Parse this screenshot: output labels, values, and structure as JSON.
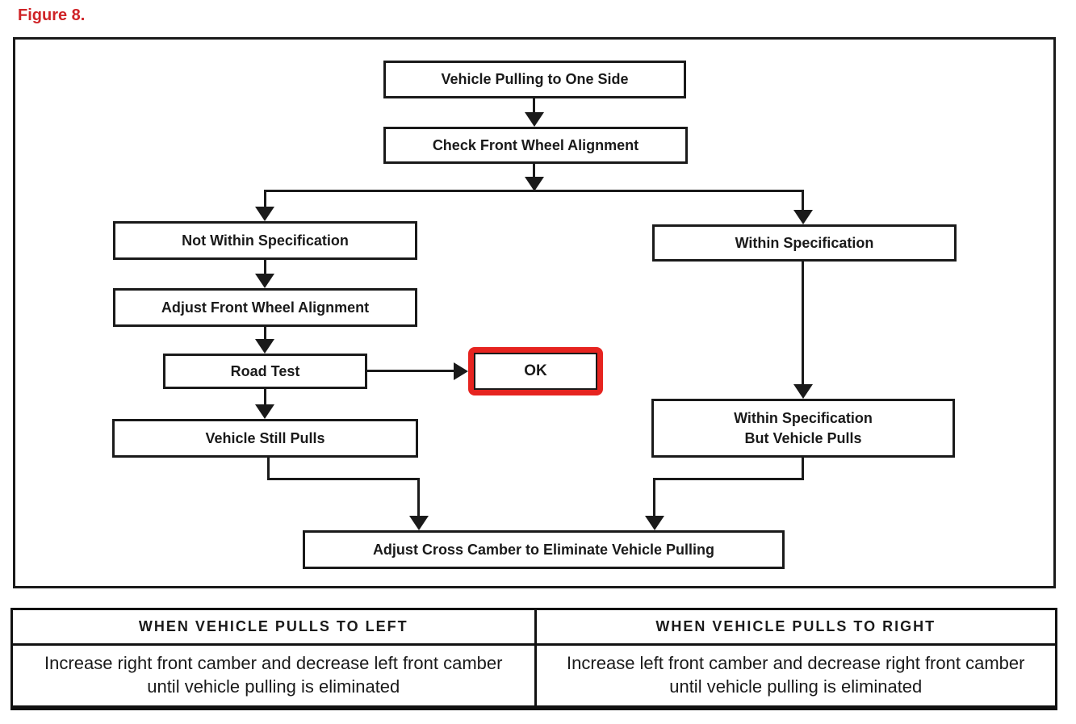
{
  "figure_label": "Figure 8.",
  "colors": {
    "figure_label_red": "#cf2327",
    "ok_border_red": "#e62420",
    "line_black": "#1a1a1a"
  },
  "flowchart": {
    "nodes": {
      "start": "Vehicle Pulling to One Side",
      "check": "Check Front Wheel Alignment",
      "not_within": "Not Within Specification",
      "within": "Within Specification",
      "adjust_front": "Adjust Front Wheel Alignment",
      "road_test": "Road Test",
      "ok": "OK",
      "still_pulls": "Vehicle Still Pulls",
      "within_but_pulls": "Within Specification\nBut Vehicle Pulls",
      "adjust_cross": "Adjust Cross Camber to Eliminate Vehicle Pulling"
    }
  },
  "table": {
    "columns": [
      {
        "header": "WHEN VEHICLE PULLS TO LEFT",
        "body": "Increase right front camber and decrease left front camber until vehicle pulling is eliminated"
      },
      {
        "header": "WHEN VEHICLE PULLS TO RIGHT",
        "body": "Increase left front camber and decrease right front camber until vehicle pulling is eliminated"
      }
    ]
  }
}
